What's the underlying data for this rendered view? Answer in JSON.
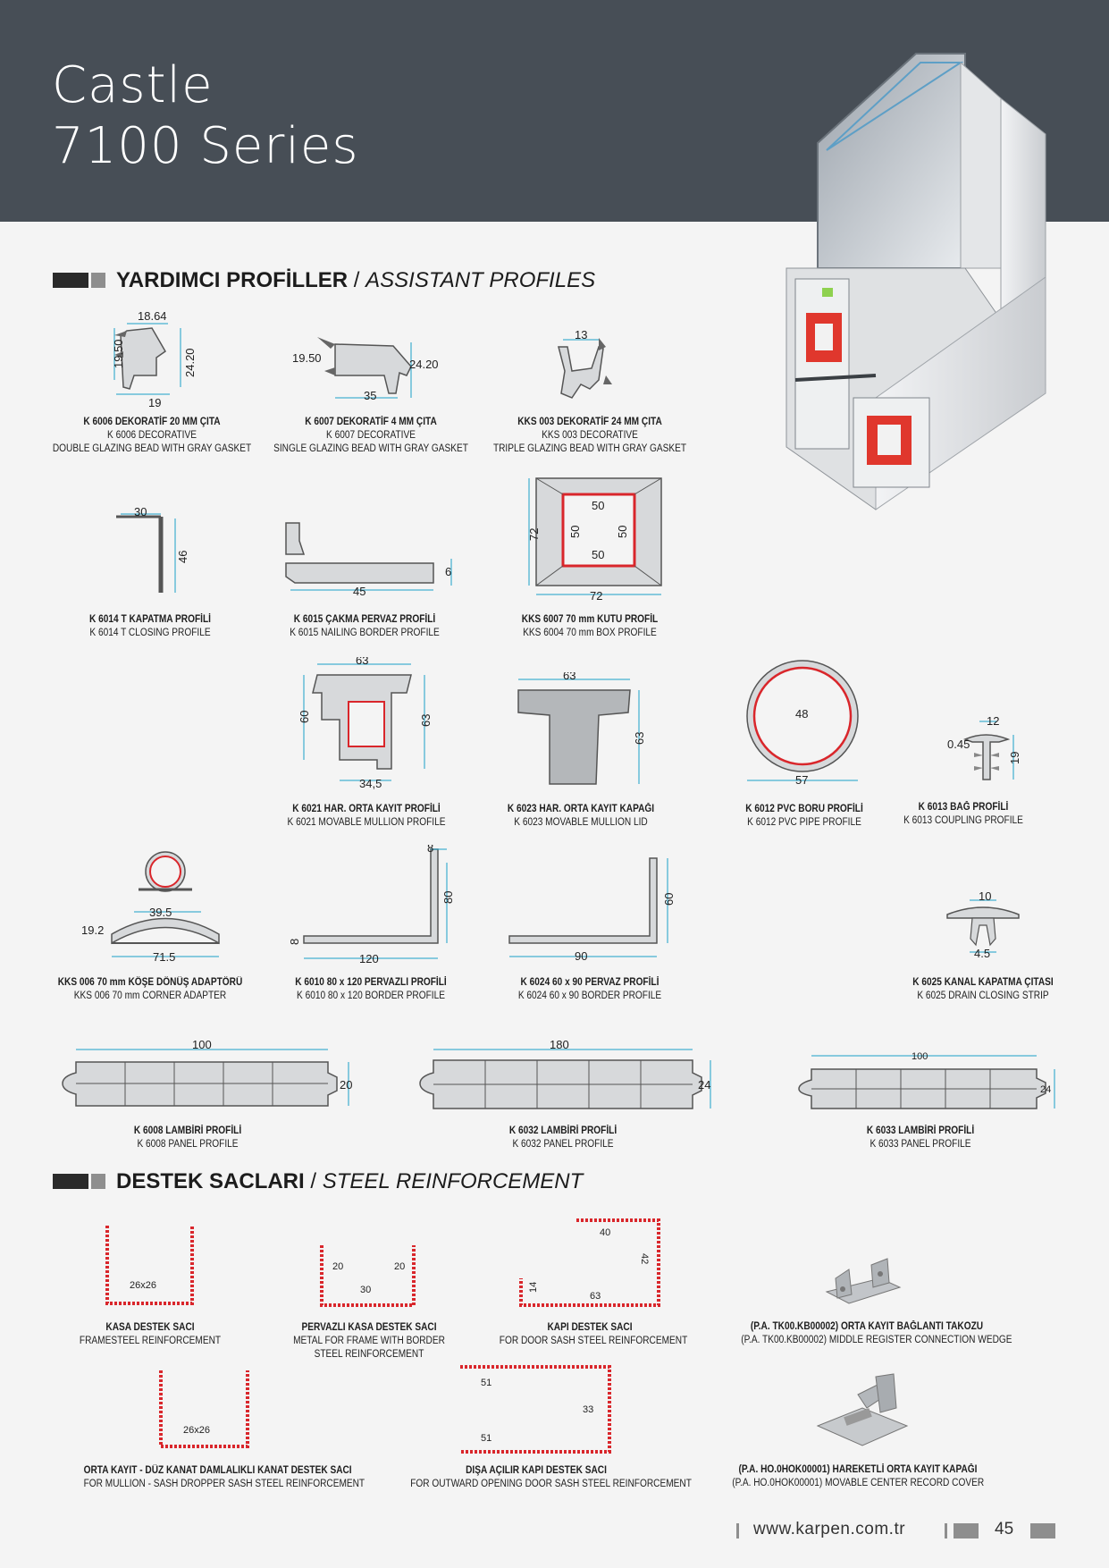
{
  "header": {
    "brand_line1": "Castle",
    "brand_line2": "7100 Series"
  },
  "sections": {
    "assistant": {
      "tr": "YARDIMCI PROFİLLER",
      "sep": " / ",
      "en": "ASSISTANT PROFILES"
    },
    "steel": {
      "tr": "DESTEK SACLARI",
      "sep": " / ",
      "en": "STEEL REINFORCEMENT"
    }
  },
  "profiles": {
    "k6006": {
      "l1": "K 6006 DEKORATİF 20 MM ÇITA",
      "l2": "K 6006 DECORATIVE",
      "l3": "DOUBLE GLAZING BEAD WITH GRAY GASKET",
      "d1": "18.64",
      "d2": "19.50",
      "d3": "24.20",
      "d4": "19"
    },
    "k6007": {
      "l1": "K 6007 DEKORATİF 4 MM ÇITA",
      "l2": "K 6007 DECORATIVE",
      "l3": "SINGLE GLAZING BEAD WITH GRAY GASKET",
      "d1": "19.50",
      "d2": "24.20",
      "d3": "35"
    },
    "kks003": {
      "l1": "KKS 003 DEKORATİF 24 MM ÇITA",
      "l2": "KKS 003 DECORATIVE",
      "l3": "TRIPLE GLAZING BEAD WITH GRAY GASKET",
      "d1": "13"
    },
    "k6014": {
      "l1": "K 6014 T KAPATMA PROFİLİ",
      "l2": "K 6014 T CLOSING PROFILE",
      "d1": "30",
      "d2": "46"
    },
    "k6015": {
      "l1": "K 6015 ÇAKMA PERVAZ PROFİLİ",
      "l2": "K 6015 NAILING BORDER PROFILE",
      "d1": "45",
      "d2": "6"
    },
    "kks6007": {
      "l1": "KKS 6007 70 mm KUTU PROFİL",
      "l2": "KKS 6004 70 mm BOX PROFILE",
      "d1": "72",
      "d2": "72",
      "d3": "50",
      "d4": "50",
      "d5": "50",
      "d6": "50"
    },
    "k6021": {
      "l1": "K 6021 HAR. ORTA KAYIT PROFİLİ",
      "l2": "K 6021 MOVABLE MULLION PROFILE",
      "d1": "63",
      "d2": "60",
      "d3": "63",
      "d4": "34,5"
    },
    "k6023": {
      "l1": "K 6023 HAR. ORTA KAYIT KAPAĞI",
      "l2": "K 6023 MOVABLE MULLION LID",
      "d1": "63",
      "d2": "63"
    },
    "k6012": {
      "l1": "K 6012 PVC BORU PROFİLİ",
      "l2": "K 6012 PVC PIPE PROFILE",
      "d1": "48",
      "d2": "57"
    },
    "k6013": {
      "l1": "K 6013 BAĞ PROFİLİ",
      "l2": "K 6013 COUPLING PROFILE",
      "d1": "12",
      "d2": "0.45",
      "d3": "19"
    },
    "kks006": {
      "l1": "KKS 006 70 mm KÖŞE DÖNÜŞ ADAPTÖRÜ",
      "l2": "KKS 006 70 mm CORNER ADAPTER",
      "d1": "39.5",
      "d2": "19.2",
      "d3": "71.5"
    },
    "k6010": {
      "l1": "K 6010 80 x 120 PERVAZLI PROFİLİ",
      "l2": "K 6010 80 x 120 BORDER PROFILE",
      "d1": "8",
      "d2": "80",
      "d3": "8",
      "d4": "120"
    },
    "k6024": {
      "l1": "K 6024 60 x 90 PERVAZ PROFİLİ",
      "l2": "K 6024 60 x 90 BORDER PROFILE",
      "d1": "60",
      "d2": "90"
    },
    "k6025": {
      "l1": "K 6025 KANAL KAPATMA ÇITASI",
      "l2": "K 6025 DRAIN CLOSING STRIP",
      "d1": "10",
      "d2": "4.5"
    },
    "k6008": {
      "l1": "K 6008 LAMBİRİ PROFİLİ",
      "l2": "K 6008 PANEL PROFILE",
      "d1": "100",
      "d2": "20"
    },
    "k6032": {
      "l1": "K 6032 LAMBİRİ PROFİLİ",
      "l2": "K 6032 PANEL PROFILE",
      "d1": "180",
      "d2": "24"
    },
    "k6033": {
      "l1": "K 6033 LAMBİRİ PROFİLİ",
      "l2": "K 6033 PANEL PROFILE",
      "d1": "100",
      "d2": "24"
    }
  },
  "steel": {
    "kasa": {
      "l1": "KASA DESTEK SACI",
      "l2": "FRAMESTEEL REINFORCEMENT",
      "d1": "26x26"
    },
    "pervazli": {
      "l1": "PERVAZLI KASA DESTEK SACI",
      "l2": "METAL FOR FRAME WITH BORDER",
      "l3": "STEEL REINFORCEMENT",
      "d1": "20",
      "d2": "20",
      "d3": "30"
    },
    "kapi": {
      "l1": "KAPI DESTEK SACI",
      "l2": "FOR DOOR SASH STEEL REINFORCEMENT",
      "d1": "40",
      "d2": "42",
      "d3": "14",
      "d4": "63"
    },
    "wedge": {
      "l1": "(P.A. TK00.KB00002) ORTA KAYIT BAĞLANTI TAKOZU",
      "l2": "(P.A. TK00.KB00002) MIDDLE REGISTER CONNECTION WEDGE"
    },
    "orta": {
      "l1": "ORTA KAYIT - DÜZ KANAT DAMLALIKLI KANAT DESTEK SACI",
      "l2": "FOR MULLION - SASH DROPPER SASH STEEL REINFORCEMENT",
      "d1": "26x26"
    },
    "disa": {
      "l1": "DIŞA AÇILIR KAPI DESTEK SACI",
      "l2": "FOR OUTWARD OPENING DOOR SASH STEEL REINFORCEMENT",
      "d1": "51",
      "d2": "33",
      "d3": "51"
    },
    "cover": {
      "l1": "(P.A. HO.0HOK00001) HAREKETLİ ORTA KAYIT KAPAĞI",
      "l2": "(P.A. HO.0HOK00001) MOVABLE CENTER RECORD COVER"
    }
  },
  "footer": {
    "url": "www.karpen.com.tr",
    "page": "45"
  },
  "colors": {
    "header": "#474e56",
    "dimension": "#1aa0c8",
    "steel": "#d9262b",
    "profile_fill": "#d7d9db"
  }
}
